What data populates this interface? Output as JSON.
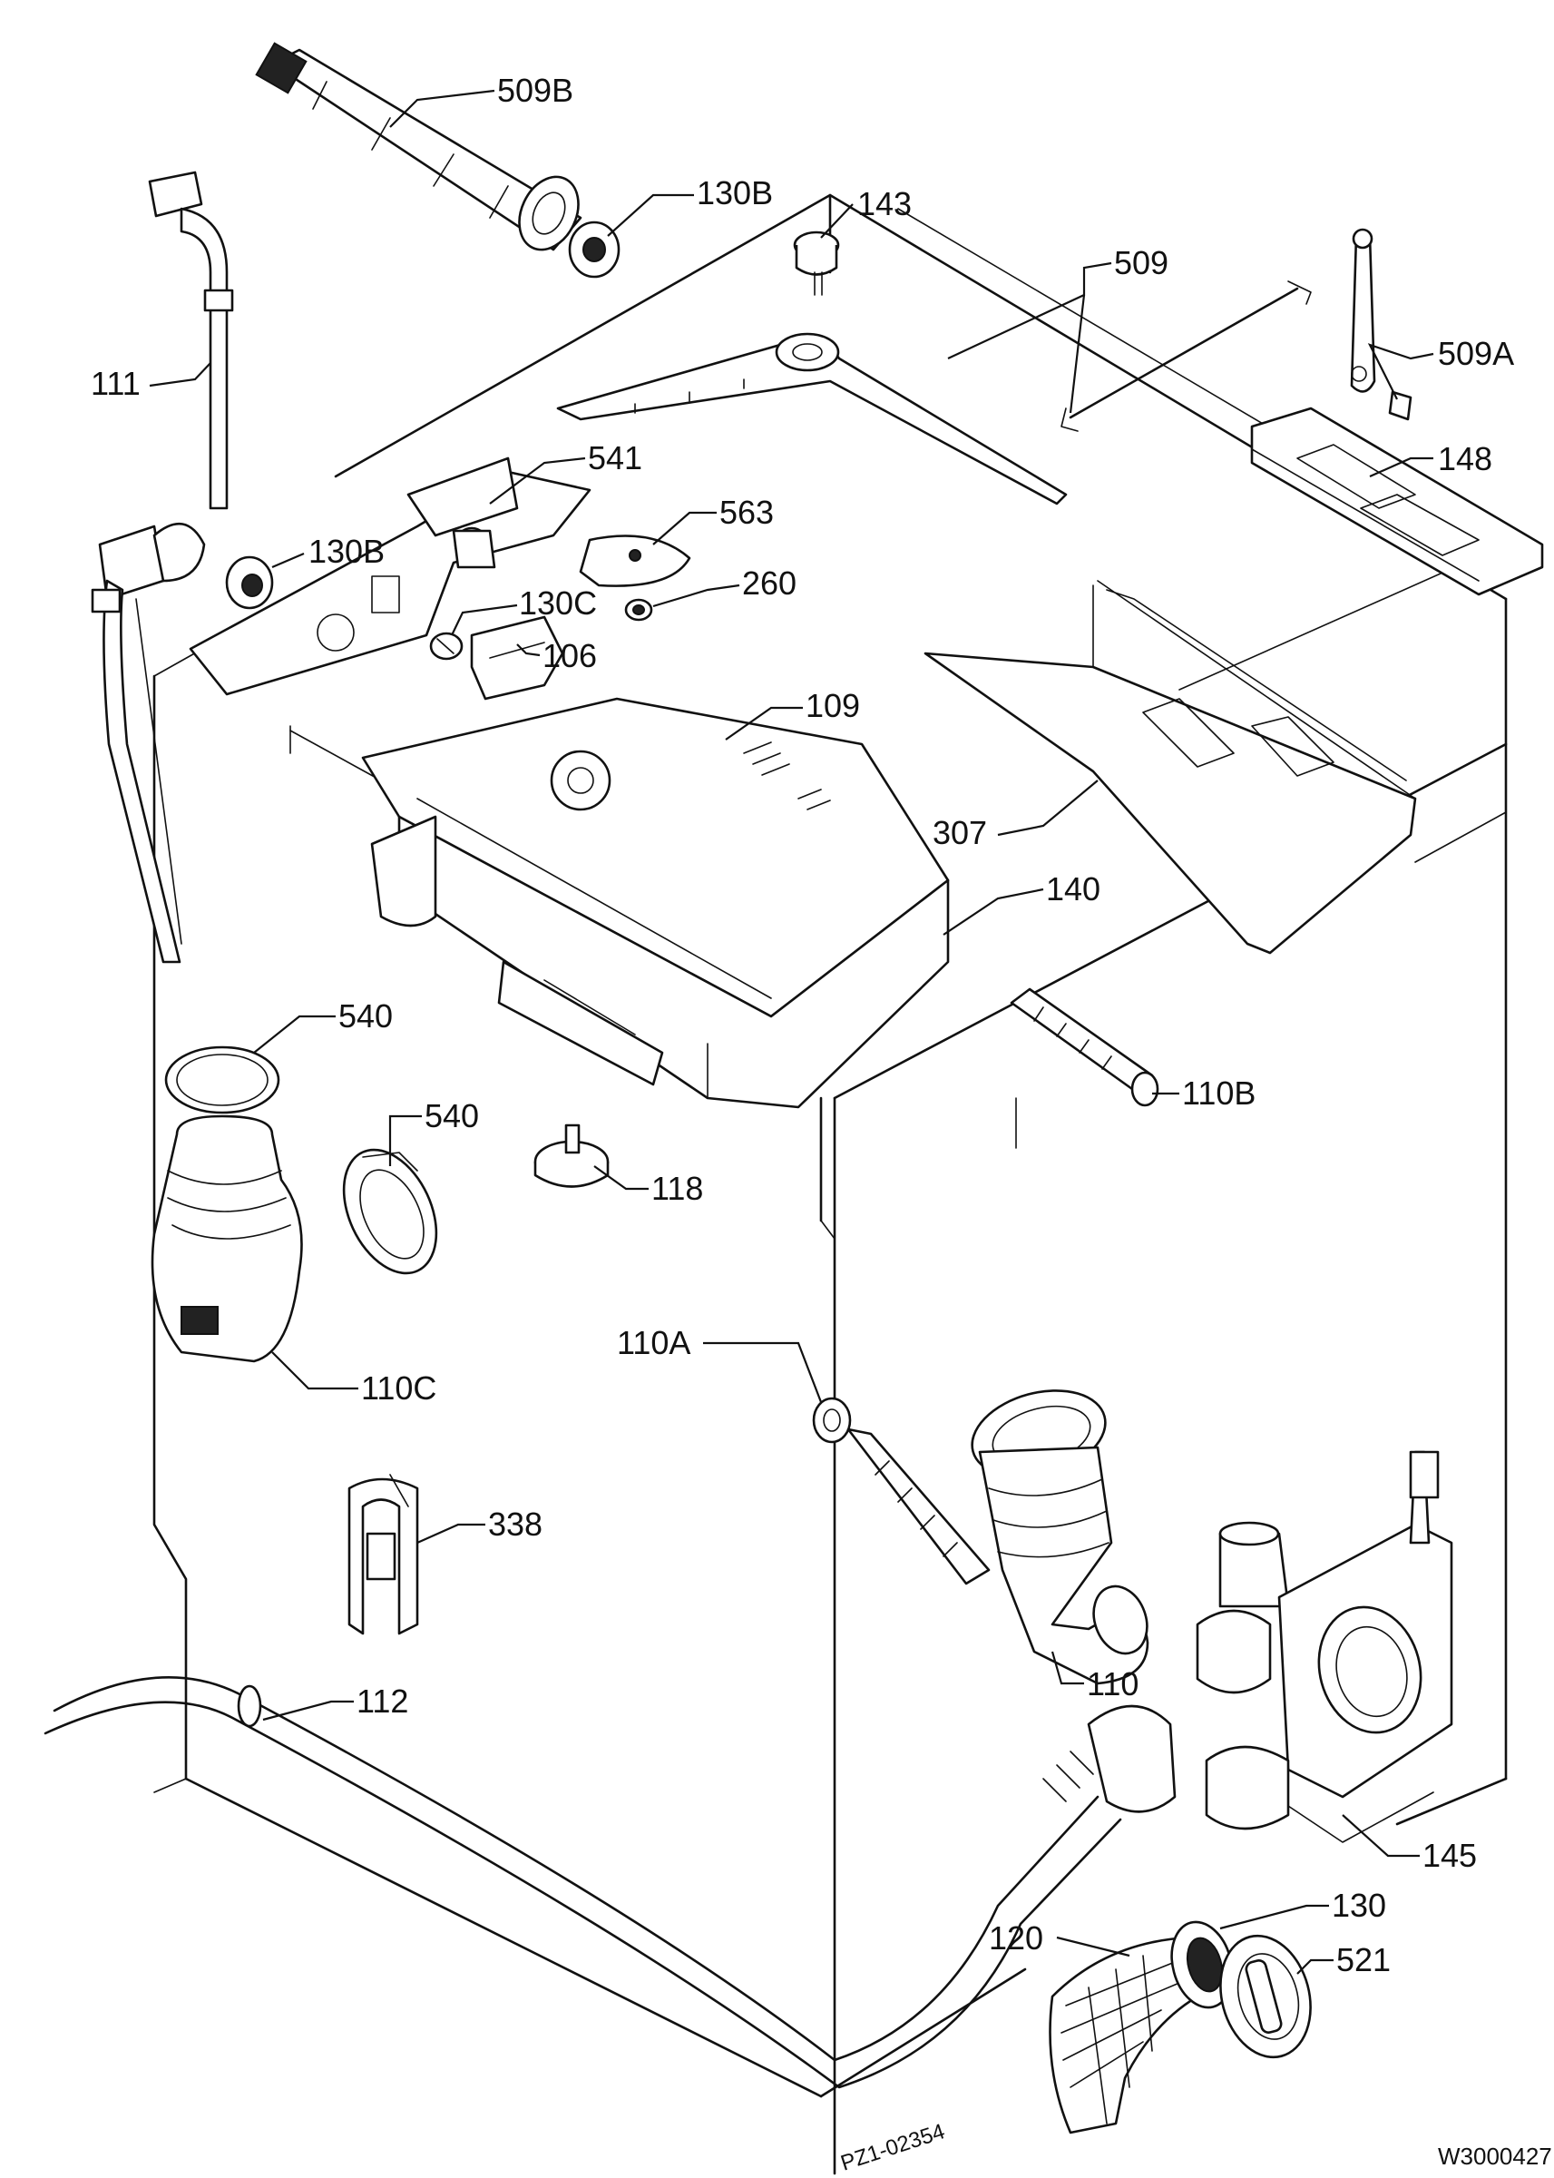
{
  "diagram": {
    "figure_code": "W3000427",
    "margin_note": "PZ1-02354",
    "part_labels": {
      "p509b": "509B",
      "p130b_top": "130B",
      "p143": "143",
      "p509": "509",
      "p509a": "509A",
      "p111": "111",
      "p148": "148",
      "p541": "541",
      "p563": "563",
      "p130b_mid": "130B",
      "p130c": "130C",
      "p260": "260",
      "p106": "106",
      "p109": "109",
      "p307": "307",
      "p140": "140",
      "p540_a": "540",
      "p540_b": "540",
      "p110b": "110B",
      "p118": "118",
      "p110c": "110C",
      "p110a": "110A",
      "p338": "338",
      "p110": "110",
      "p112": "112",
      "p145": "145",
      "p130": "130",
      "p120": "120",
      "p521": "521"
    }
  }
}
